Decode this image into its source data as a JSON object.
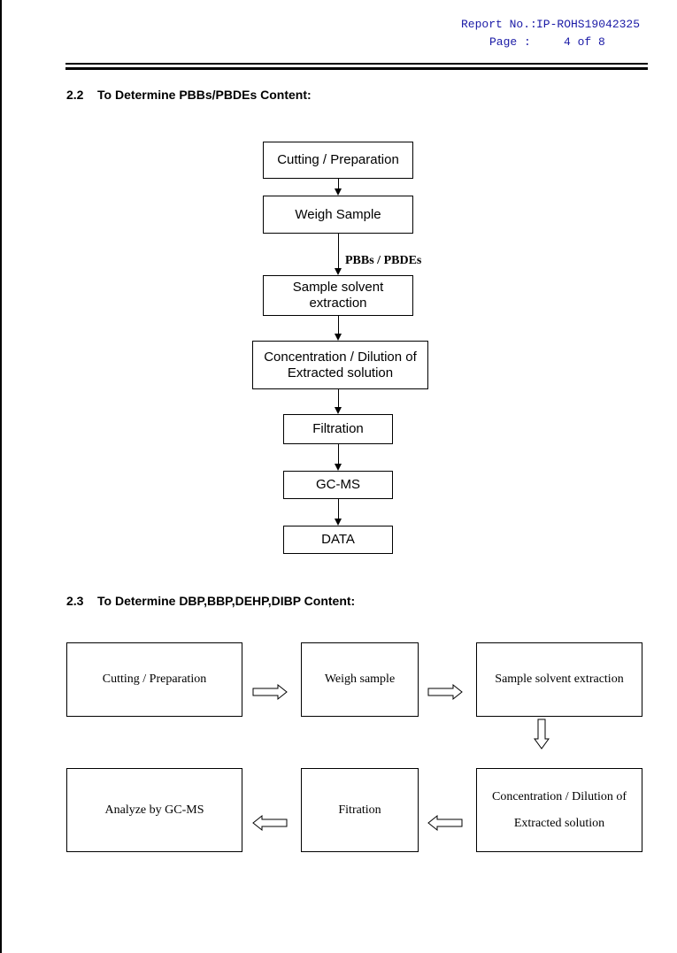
{
  "header": {
    "report_label": "Report No.:",
    "report_value": "IP-ROHS19042325",
    "page_label": "Page :",
    "page_value": "4 of 8"
  },
  "section_2_2": {
    "number": "2.2",
    "title": "To Determine PBBs/PBDEs Content:",
    "steps": [
      "Cutting / Preparation",
      "Weigh Sample",
      "Sample solvent\nextraction",
      "Concentration / Dilution of\nExtracted solution",
      "Filtration",
      "GC-MS",
      "DATA"
    ],
    "branch_label": "PBBs / PBDEs"
  },
  "section_2_3": {
    "number": "2.3",
    "title": "To Determine DBP,BBP,DEHP,DIBP Content:",
    "steps": [
      "Cutting / Preparation",
      "Weigh sample",
      "Sample solvent extraction",
      "Concentration / Dilution of\nExtracted solution",
      "Fitration",
      "Analyze by GC-MS"
    ]
  }
}
